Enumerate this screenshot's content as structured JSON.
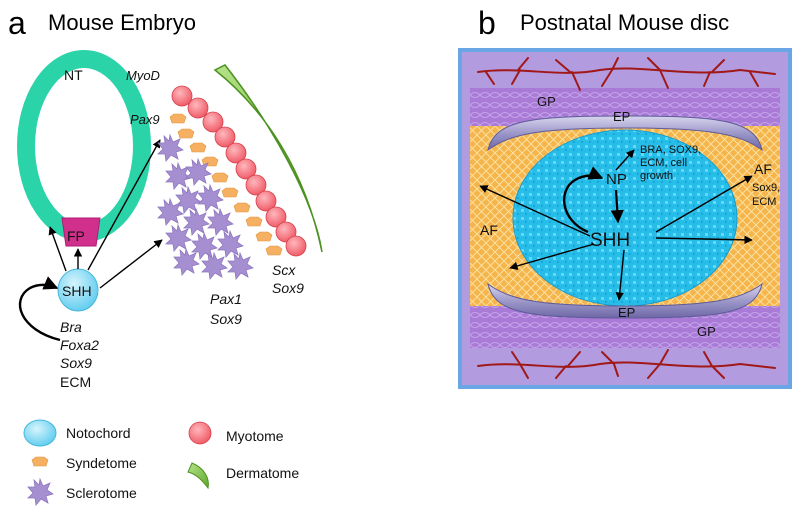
{
  "panel_a": {
    "letter": "a",
    "title": "Mouse Embryo",
    "labels": {
      "nt": "NT",
      "fp": "FP",
      "shh": "SHH",
      "myod": "MyoD",
      "pax9": "Pax9",
      "scx": "Scx",
      "sox9_right": "Sox9",
      "pax1": "Pax1",
      "sox9_mid": "Sox9",
      "bra": "Bra",
      "foxa2": "Foxa2",
      "sox9_left": "Sox9",
      "ecm": "ECM"
    },
    "legend": {
      "notochord": "Notochord",
      "syndetome": "Syndetome",
      "sclerotome": "Sclerotome",
      "myotome": "Myotome",
      "dermatome": "Dermatome"
    }
  },
  "panel_b": {
    "letter": "b",
    "title": "Postnatal Mouse disc",
    "labels": {
      "gp_top": "GP",
      "ep_top": "EP",
      "np_genes_1": "BRA, SOX9,",
      "np_genes_2": "ECM, cell",
      "np_genes_3": "growth",
      "np": "NP",
      "af_right": "AF",
      "af_right_genes_1": "Sox9,",
      "af_right_genes_2": "ECM",
      "af_left": "AF",
      "shh": "SHH",
      "ep_bottom": "EP",
      "gp_bottom": "GP"
    }
  },
  "colors": {
    "neural_tube": "#2bd3a8",
    "floor_plate": "#d0308c",
    "notochord": "#8fdcf2",
    "myotome": "#f3707a",
    "syndetome": "#f5b064",
    "sclerotome": "#a58fd0",
    "dermatome": "#78c23a",
    "growth_plate": "#a77ad3",
    "annulus_fibrosus": "#f5b64c",
    "nucleus_pulposus": "#2ec0ec",
    "endplate": "#9e9ac8",
    "vessels": "#a01818",
    "disc_border": "#6aa6e6"
  }
}
